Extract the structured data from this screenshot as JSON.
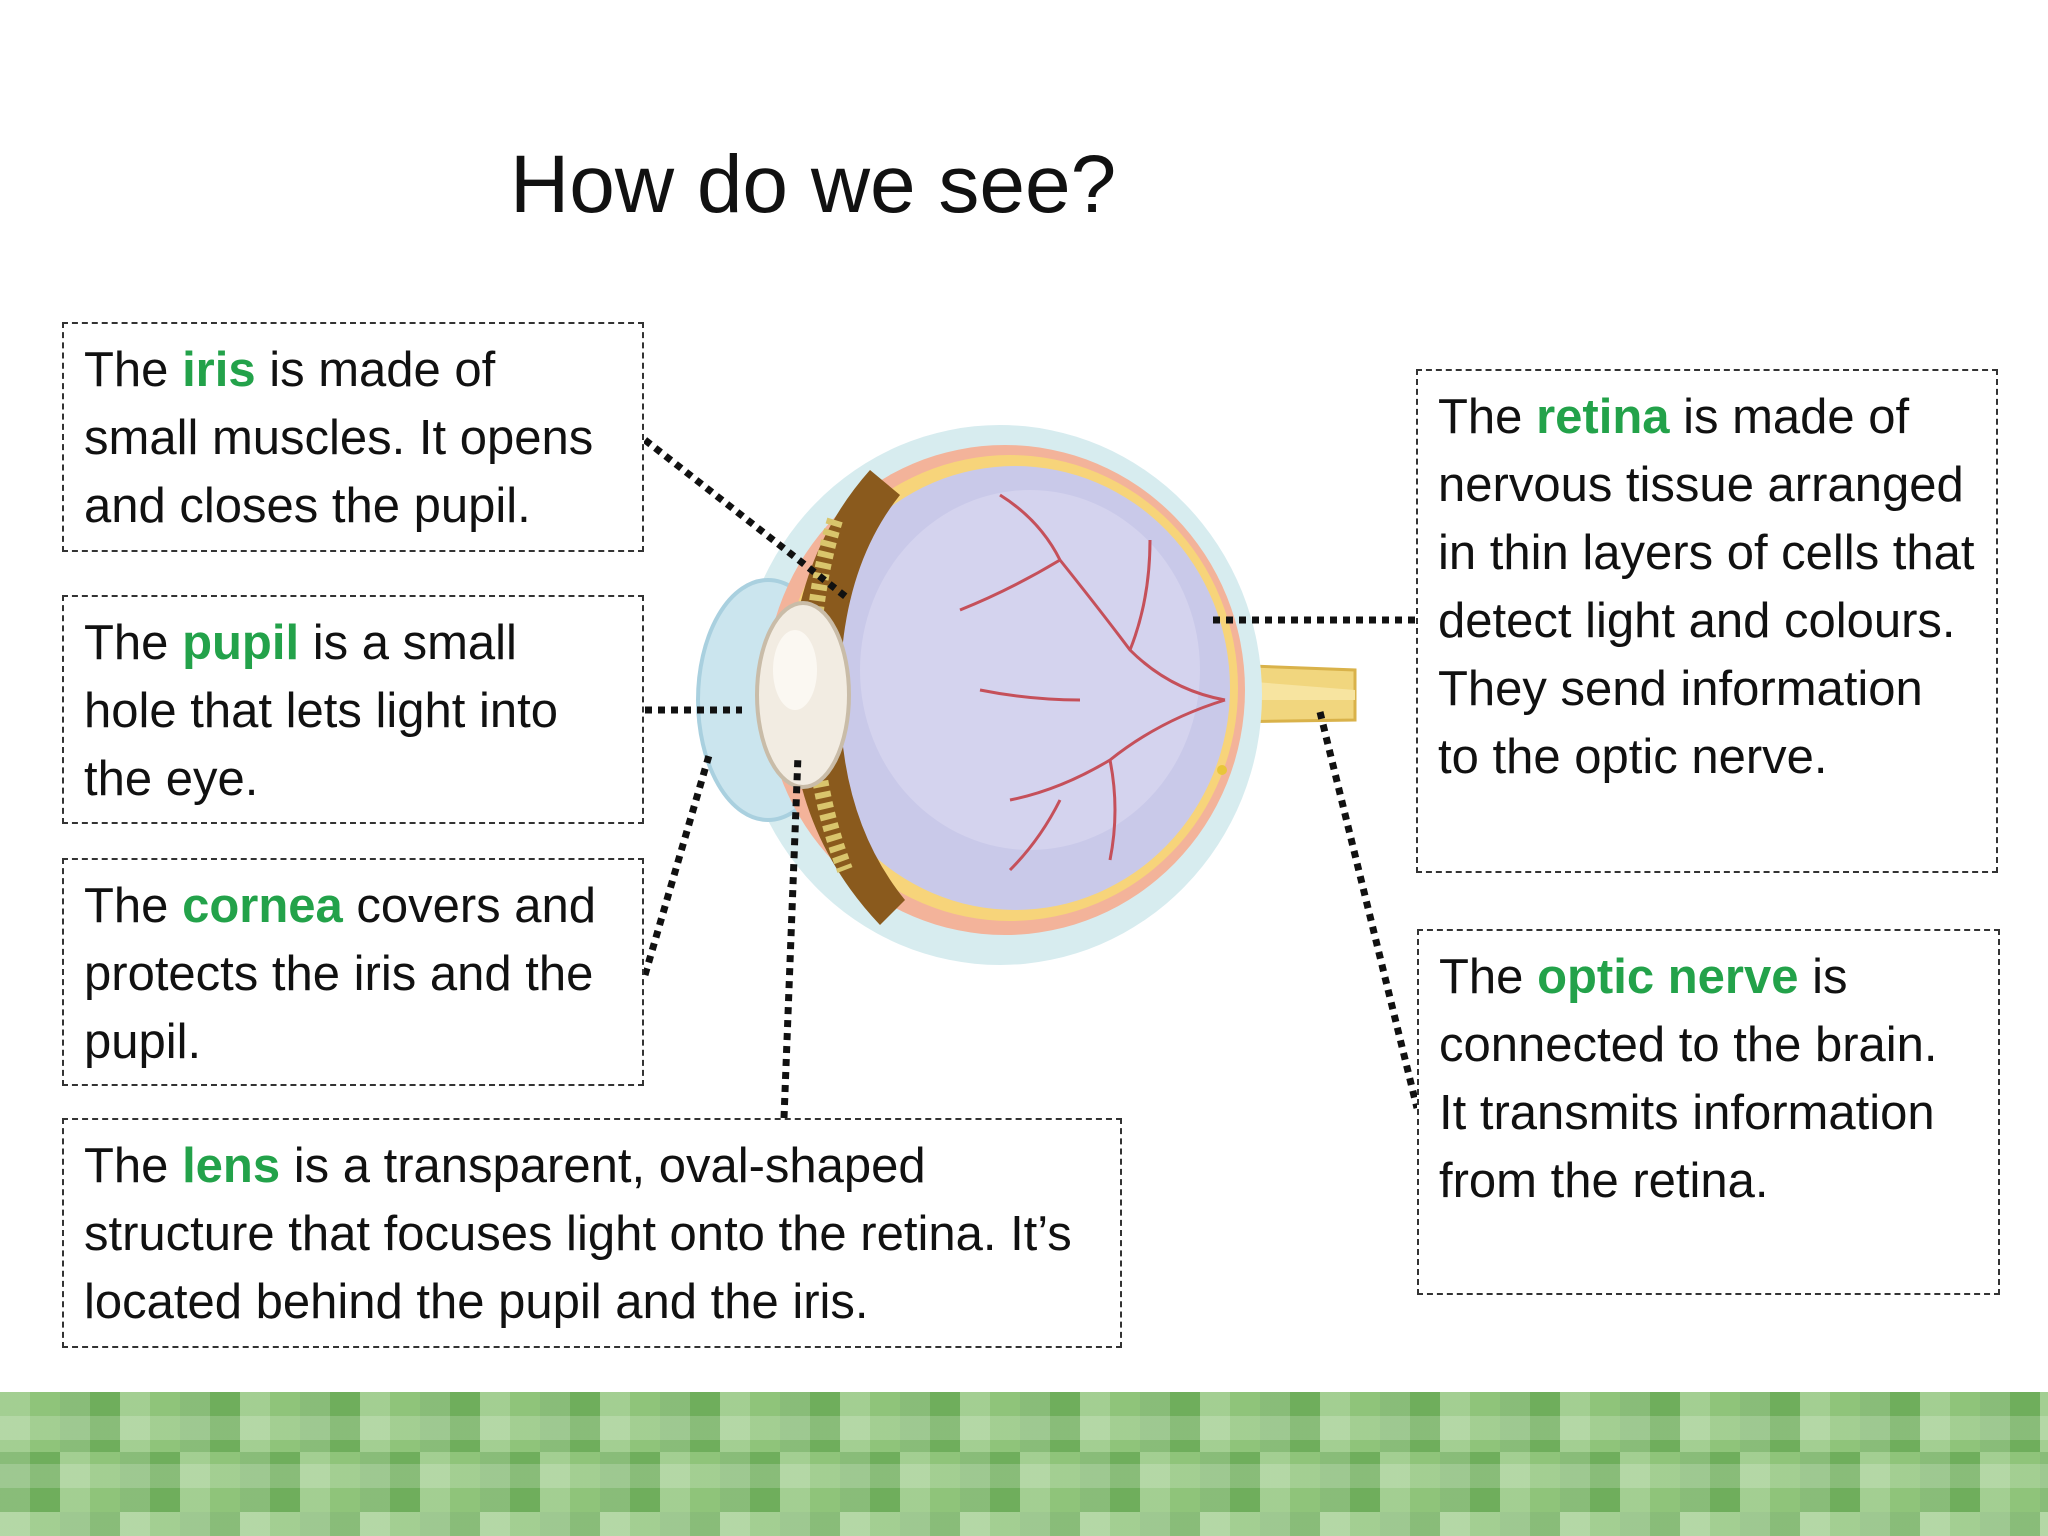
{
  "title": "How do we see?",
  "colors": {
    "highlight": "#23a24a",
    "footer_light": "#a7d08f",
    "footer_dark": "#6fae5c"
  },
  "labels": {
    "iris": {
      "prefix": "The ",
      "term": "iris",
      "rest": " is  made of small muscles. It opens and closes the pupil."
    },
    "pupil": {
      "prefix": "The ",
      "term": "pupil",
      "rest": " is a small hole that lets light into the eye."
    },
    "cornea": {
      "prefix": "The ",
      "term": "cornea",
      "rest": " covers and protects the iris and the pupil."
    },
    "lens": {
      "prefix": "The ",
      "term": "lens",
      "rest": " is a transparent, oval-shaped structure that focuses light onto the retina. It’s located behind the pupil and the iris."
    },
    "retina": {
      "prefix": "The ",
      "term": "retina",
      "rest": " is made of nervous tissue arranged in thin layers of cells that detect light and colours. They send information to the optic nerve."
    },
    "optic_nerve": {
      "prefix": "The ",
      "term": "optic nerve",
      "rest": " is connected to the brain. It transmits information from the retina."
    }
  },
  "illustration": {
    "icon": "eye-cross-section-illustration"
  }
}
